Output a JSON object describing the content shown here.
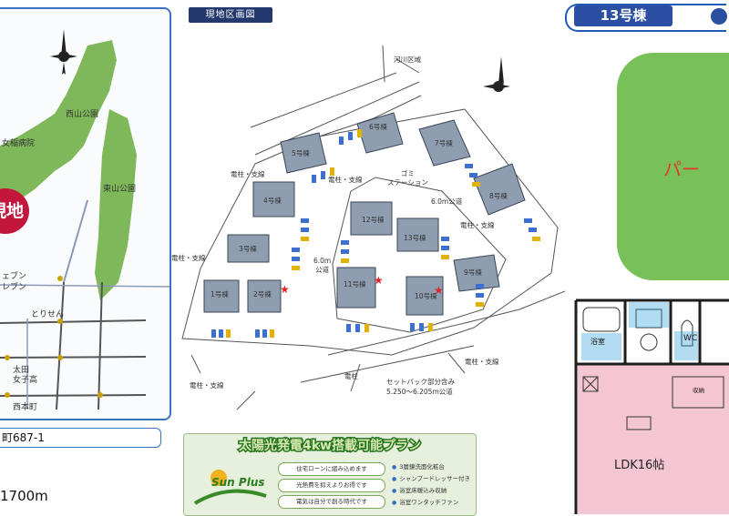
{
  "left_map": {
    "places": {
      "nishiyama_park": "西山公園",
      "hospital": "女稲病院",
      "higashiyama_park": "東山公園",
      "seven_eleven": "ェブン\nレブン",
      "torisen": "とりせん",
      "ota_girls": "太田\n女子高",
      "nishihon_town": "西本町"
    },
    "site_badge": "現地"
  },
  "site_plan": {
    "title": "現地区画図",
    "river_label": "河川区域",
    "lots": [
      "1号棟",
      "2号棟",
      "3号棟",
      "4号棟",
      "5号棟",
      "6号棟",
      "7号棟",
      "8号棟",
      "9号棟",
      "10号棟",
      "11号棟",
      "12号棟",
      "13号棟"
    ],
    "labels": {
      "pole_nw": "電柱・支線",
      "pole_w": "電柱・支線",
      "pole_center": "電柱・支線",
      "pole_east": "電柱・支線",
      "pole_sw": "電柱・支線",
      "pole_s": "電柱",
      "pole_se": "電柱・支線",
      "garbage": "ゴミ\nステーション",
      "road_6m_west": "6.0m\n公道",
      "road_6m_north": "6.0m公道",
      "setback": "セットバック部分含み\n5.250～6.205m公道"
    }
  },
  "address": "町687-1",
  "distance": "1700m",
  "solar_banner": {
    "title": "太陽光発電4kw搭載可能プラン",
    "logo": "Sun Plus",
    "benefits": [
      "住宅ローンに組み込めます",
      "光熱費を抑えよりお得です",
      "電気は自分で創る時代です"
    ],
    "features": [
      "3層鏡洗面化粧台",
      "シャンプードレッサー付き",
      "浴室床暖込み収納",
      "浴室ワンタッチファン"
    ]
  },
  "building": {
    "title": "13号棟",
    "park_text": "パー",
    "rooms": {
      "bath": "浴室",
      "wc": "WC",
      "storage": "収納",
      "ldk": "LDK16帖"
    }
  },
  "colors": {
    "park_green": "#78c058",
    "nav_blue": "#2a4fa3",
    "ldk_pink": "#f4c6d4",
    "lot_gray": "#8e9db0",
    "star_red": "#e0242a"
  }
}
